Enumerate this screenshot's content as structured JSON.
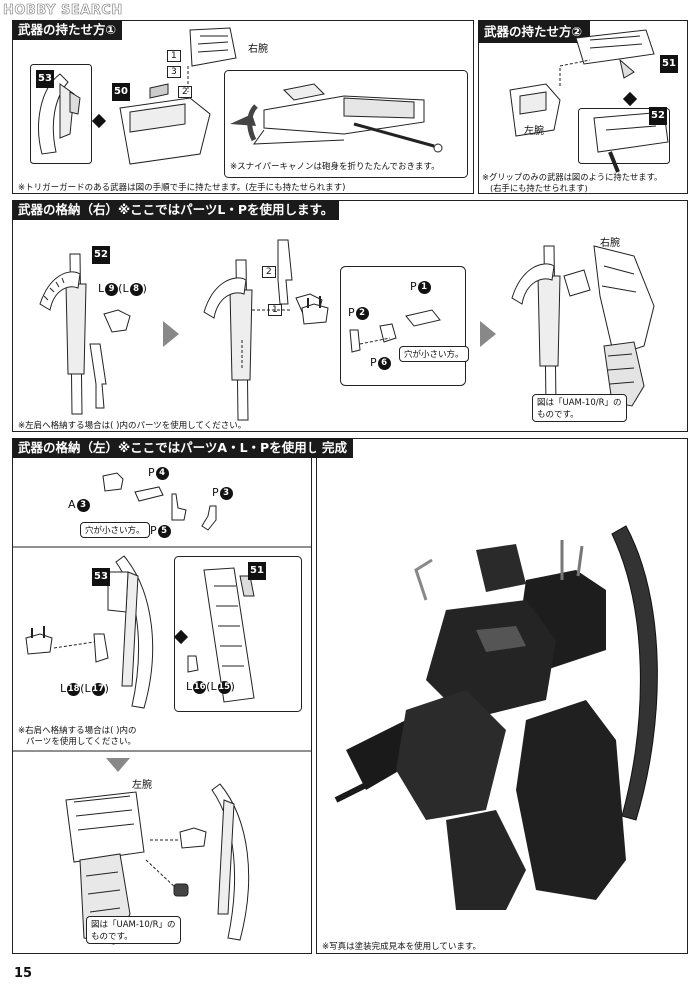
{
  "watermark": "HOBBY SEARCH",
  "page_number": "15",
  "section1": {
    "title": "武器の持たせ方①",
    "tag_53": "53",
    "tag_50": "50",
    "label_right_arm": "右腕",
    "steps": [
      "1",
      "2",
      "3"
    ],
    "caption": "※スナイパーキャノンは砲身を折りたたんでおきます。",
    "note": "※トリガーガードのある武器は図の手順で手に持たせます。(左手にも持たせられます)"
  },
  "section2": {
    "title": "武器の持たせ方②",
    "tag_51": "51",
    "tag_52": "52",
    "label_left_arm": "左腕",
    "note_line1": "※グリップのみの武器は図のように持たせます。",
    "note_line2": "(右手にも持たせられます)"
  },
  "section3": {
    "title": "武器の格納（右）※ここではパーツL・Pを使用します。",
    "tag_52": "52",
    "part_l": "L",
    "part_l_num": "9",
    "part_l_alt_num": "8",
    "part_p1_num": "1",
    "part_p2_num": "2",
    "part_p6_num": "6",
    "part_p": "P",
    "steps": [
      "1",
      "2"
    ],
    "callout_small_hole": "穴が小さい方。",
    "label_right_arm": "右腕",
    "callout_line1": "図は「UAM-10/R」の",
    "callout_line2": "ものです。",
    "note": "※左肩へ格納する場合は( )内のパーツを使用してください。"
  },
  "section4": {
    "title": "武器の格納（左）※ここではパーツA・L・Pを使用します。",
    "part_a": "A",
    "part_a_num": "3",
    "part_p": "P",
    "part_p4_num": "4",
    "part_p5_num": "5",
    "part_p3_num": "3",
    "callout_small_hole": "穴が小さい方。",
    "tag_53": "53",
    "tag_51": "51",
    "part_l": "L",
    "part_l18_num": "18",
    "part_l17_num": "17",
    "part_l16_num": "16",
    "part_l15_num": "15",
    "note_line1": "※右肩へ格納する場合は( )内の",
    "note_line2": "パーツを使用してください。",
    "label_left_arm": "左腕",
    "callout_line1": "図は「UAM-10/R」の",
    "callout_line2": "ものです。"
  },
  "section5": {
    "title": "完成",
    "note": "※写真は塗装完成見本を使用しています。"
  },
  "colors": {
    "header_bg": "#1a1a1a",
    "arrow": "#888888",
    "ink": "#111111"
  }
}
